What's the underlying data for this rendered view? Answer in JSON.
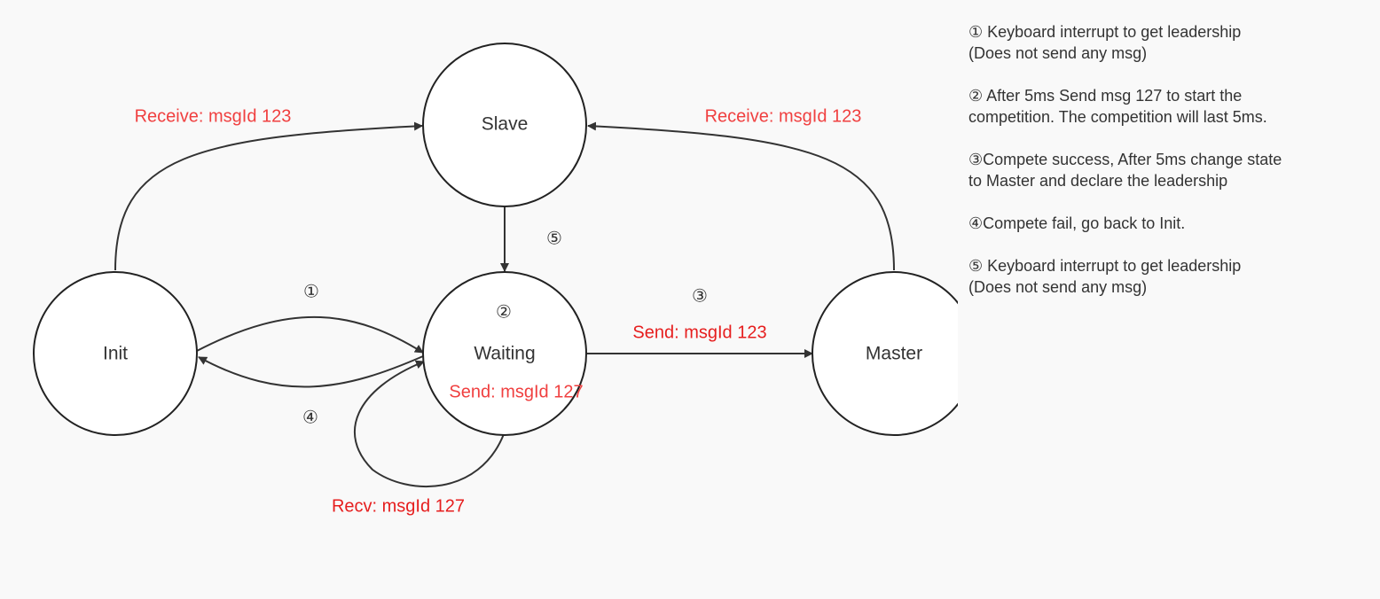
{
  "colors": {
    "background": "#f9f9f9",
    "node_stroke": "#222222",
    "edge_stroke": "#333333",
    "label_red": "#f04040",
    "label_red_bold": "#e61e1e"
  },
  "states": {
    "slave": "Slave",
    "init": "Init",
    "waiting": "Waiting",
    "master": "Master"
  },
  "edges": {
    "init_to_slave": "Receive: msgId 123",
    "master_to_slave": "Receive: msgId 123",
    "waiting_to_master": "Send: msgId 123",
    "waiting_send": "Send: msgId 127",
    "waiting_recv": "Recv: msgId 127"
  },
  "markers": {
    "m1": "①",
    "m2": "②",
    "m3": "③",
    "m4": "④",
    "m5": "⑤"
  },
  "notes": [
    [
      "① Keyboard interrupt to get leadership",
      "(Does not send any msg)"
    ],
    [
      "② After 5ms Send msg 127 to start the",
      "competition. The competition will last 5ms."
    ],
    [
      "③Compete success, After 5ms change state",
      "to Master and declare the leadership"
    ],
    [
      "④Compete fail, go back to Init."
    ],
    [
      "⑤ Keyboard interrupt to get leadership",
      "(Does not send any msg)"
    ]
  ]
}
